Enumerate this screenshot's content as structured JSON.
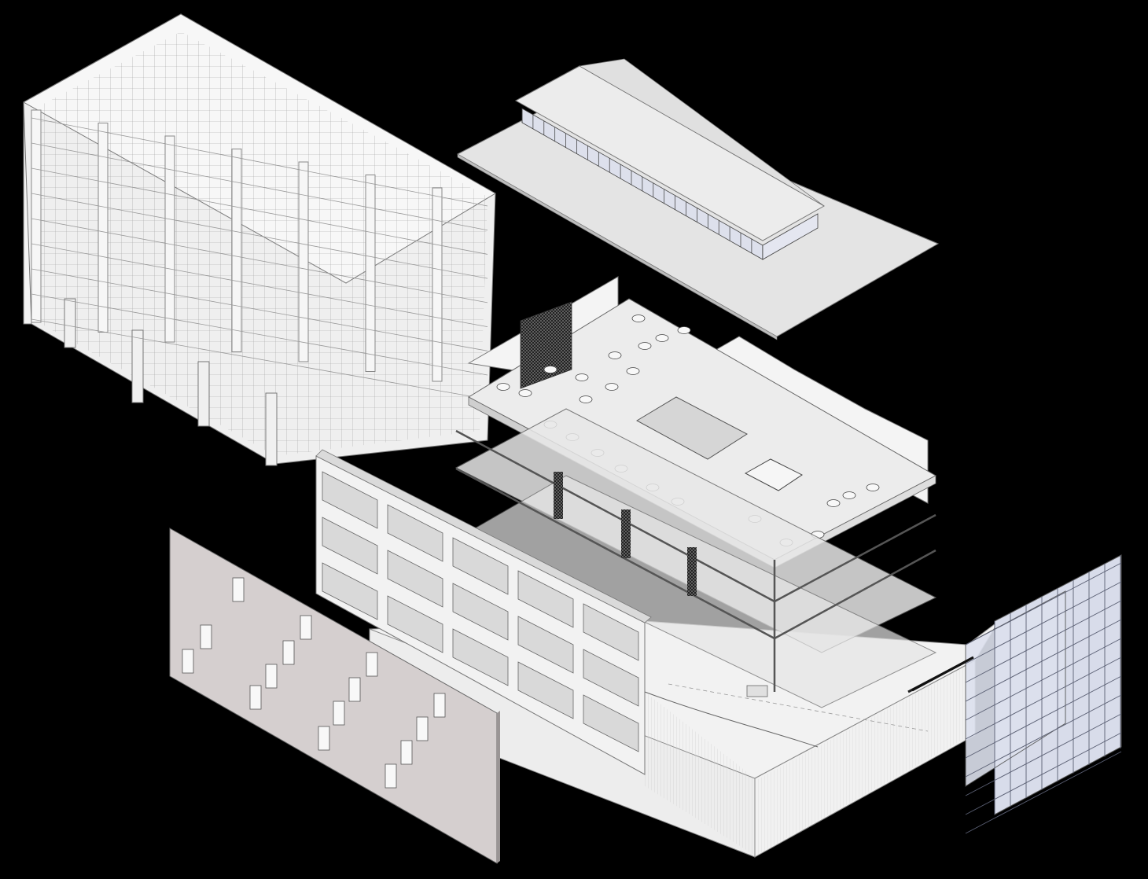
{
  "diagram": {
    "type": "exploded-axonometric",
    "background": "#000000",
    "colors": {
      "frame_fill": "#f2f2f2",
      "line": "#8a8a8a",
      "dark_line": "#555555",
      "roof_fill": "#e6e6e6",
      "facade_panel": "#d8d2d2",
      "glass": "#d8dcea",
      "glass_line": "#5a5f73",
      "floor_fill": "#ececec",
      "base_fill": "#f0f0f0",
      "mesh": "#333333"
    },
    "components": [
      {
        "id": "structural-frame",
        "icon": "structural-frame-icon"
      },
      {
        "id": "roof-pavilion",
        "icon": "roof-pavilion-icon"
      },
      {
        "id": "interior-floors",
        "icon": "interior-floors-icon"
      },
      {
        "id": "concrete-facade",
        "icon": "concrete-facade-icon"
      },
      {
        "id": "perforated-screen",
        "icon": "perforated-screen-icon"
      },
      {
        "id": "curtain-wall",
        "icon": "curtain-wall-icon"
      },
      {
        "id": "ground-plinth",
        "icon": "ground-plinth-icon"
      }
    ]
  }
}
